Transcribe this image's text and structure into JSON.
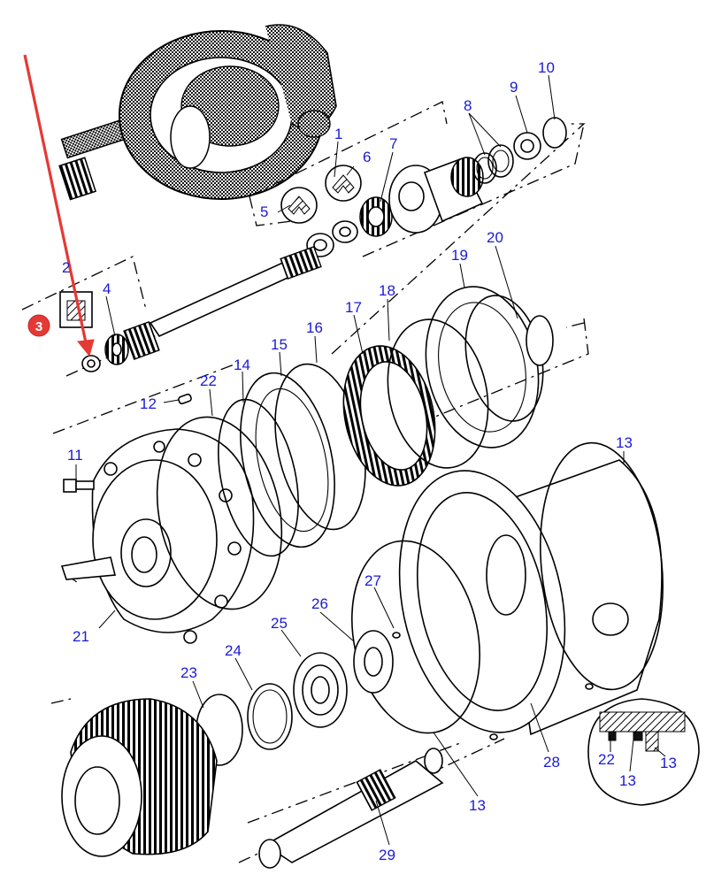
{
  "diagram": {
    "callouts": [
      {
        "id": "c1",
        "text": "1"
      },
      {
        "id": "c2",
        "text": "2"
      },
      {
        "id": "c4",
        "text": "4"
      },
      {
        "id": "c5",
        "text": "5"
      },
      {
        "id": "c6",
        "text": "6"
      },
      {
        "id": "c7",
        "text": "7"
      },
      {
        "id": "c8",
        "text": "8"
      },
      {
        "id": "c9",
        "text": "9"
      },
      {
        "id": "c10",
        "text": "10"
      },
      {
        "id": "c11",
        "text": "11"
      },
      {
        "id": "c12",
        "text": "12"
      },
      {
        "id": "c13a",
        "text": "13"
      },
      {
        "id": "c13b",
        "text": "13"
      },
      {
        "id": "c13c",
        "text": "13"
      },
      {
        "id": "c13d",
        "text": "13"
      },
      {
        "id": "c14",
        "text": "14"
      },
      {
        "id": "c15",
        "text": "15"
      },
      {
        "id": "c16",
        "text": "16"
      },
      {
        "id": "c17",
        "text": "17"
      },
      {
        "id": "c18",
        "text": "18"
      },
      {
        "id": "c19",
        "text": "19"
      },
      {
        "id": "c20",
        "text": "20"
      },
      {
        "id": "c21",
        "text": "21"
      },
      {
        "id": "c22a",
        "text": "22"
      },
      {
        "id": "c22b",
        "text": "22"
      },
      {
        "id": "c23",
        "text": "23"
      },
      {
        "id": "c24",
        "text": "24"
      },
      {
        "id": "c25",
        "text": "25"
      },
      {
        "id": "c26",
        "text": "26"
      },
      {
        "id": "c27",
        "text": "27"
      },
      {
        "id": "c28",
        "text": "28"
      },
      {
        "id": "c29",
        "text": "29"
      }
    ],
    "highlight": {
      "badge_text": "3",
      "badge_color": "#e53935",
      "arrow_color": "#e53935"
    },
    "callout_color": "#1a1ad6"
  }
}
